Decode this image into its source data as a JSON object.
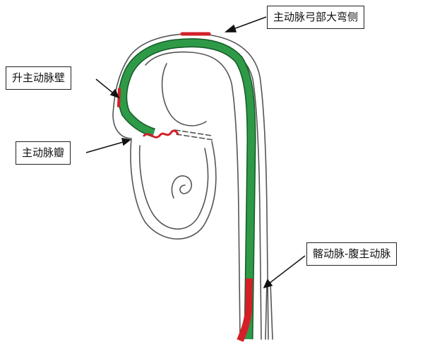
{
  "labels": {
    "arch_greater_curvature": "主动脉弓部大弯侧",
    "ascending_aortic_wall": "升主动脉壁",
    "aortic_valve": "主动脉瓣",
    "iliac_abdominal_aorta": "髂动脉-腹主动脉"
  },
  "colors": {
    "outline": "#555555",
    "stent_fill": "#2e9a48",
    "stent_edge": "#145a25",
    "highlight": "#d32028",
    "label_border": "#222222"
  }
}
